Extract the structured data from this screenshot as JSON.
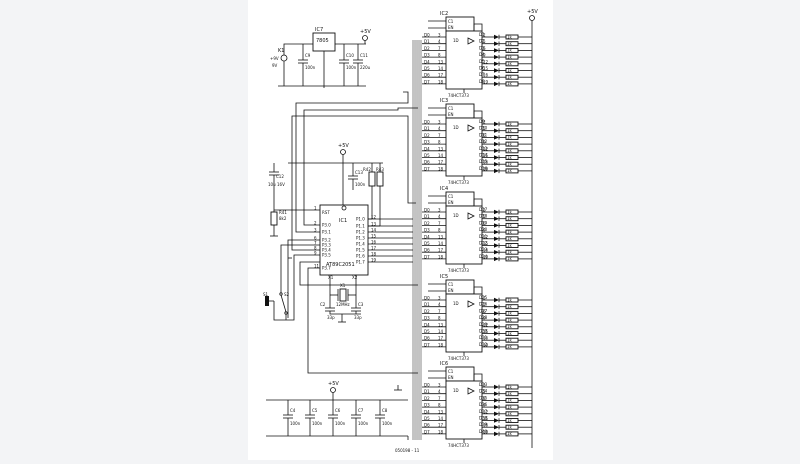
{
  "power": {
    "vcc_label": "+5V",
    "regulator": {
      "ref": "IC7",
      "part": "7805"
    },
    "connector": {
      "ref": "K1",
      "in_label": "+9V",
      "type": "9V"
    },
    "caps": [
      {
        "ref": "C9",
        "value": "100n"
      },
      {
        "ref": "C10",
        "value": "100n"
      },
      {
        "ref": "C11",
        "value": "220u"
      }
    ]
  },
  "mcu": {
    "ref": "IC1",
    "part": "AT89C2051",
    "rst_label": "RST",
    "left_pins": [
      {
        "num": "1",
        "name": "RST"
      },
      {
        "num": "2",
        "name": "P3.0"
      },
      {
        "num": "3",
        "name": "P3.1"
      },
      {
        "num": "6",
        "name": "P3.2"
      },
      {
        "num": "7",
        "name": "P3.3"
      },
      {
        "num": "8",
        "name": "P3.4"
      },
      {
        "num": "9",
        "name": "P3.5"
      },
      {
        "num": "11",
        "name": "P3.7"
      }
    ],
    "right_pins": [
      {
        "num": "12",
        "name": "P1.0"
      },
      {
        "num": "13",
        "name": "P1.1"
      },
      {
        "num": "14",
        "name": "P1.2"
      },
      {
        "num": "15",
        "name": "P1.3"
      },
      {
        "num": "16",
        "name": "P1.4"
      },
      {
        "num": "17",
        "name": "P1.5"
      },
      {
        "num": "18",
        "name": "P1.6"
      },
      {
        "num": "19",
        "name": "P1.7"
      }
    ],
    "x1_label": "X1",
    "x2_label": "X2",
    "crystal": {
      "ref": "X1",
      "value": "12MHz"
    },
    "caps": [
      {
        "ref": "C13",
        "value": "100n"
      },
      {
        "ref": "C12",
        "value": "10u"
      },
      {
        "ref": "C2",
        "value": "33p"
      },
      {
        "ref": "C3",
        "value": "33p"
      }
    ],
    "res": [
      {
        "ref": "R41",
        "value": "8k2"
      },
      {
        "ref": "R42",
        "value": ""
      },
      {
        "ref": "R43",
        "value": ""
      }
    ],
    "switches": [
      {
        "ref": "S1"
      },
      {
        "ref": "S2"
      }
    ],
    "cap_voltage": "16V"
  },
  "latches": {
    "part": "74HCT373",
    "refs": [
      "IC2",
      "IC3",
      "IC4",
      "IC5",
      "IC6"
    ],
    "c1_label": "C1",
    "en_label": "EN",
    "d_pins": [
      "3",
      "4",
      "7",
      "8",
      "13",
      "14",
      "17",
      "18"
    ],
    "q_pins": [
      "2",
      "5",
      "6",
      "9",
      "12",
      "15",
      "16",
      "19"
    ],
    "d_labels": [
      "D0",
      "D1",
      "D2",
      "D3",
      "D4",
      "D5",
      "D6",
      "D7"
    ],
    "led_refs": [
      [
        "D1",
        "D2",
        "D3",
        "D4",
        "D5",
        "D6",
        "D7",
        "D8"
      ],
      [
        "D9",
        "D10",
        "D11",
        "D12",
        "D13",
        "D14",
        "D15",
        "D16"
      ],
      [
        "D17",
        "D18",
        "D19",
        "D20",
        "D21",
        "D22",
        "D23",
        "D24"
      ],
      [
        "D25",
        "D26",
        "D27",
        "D28",
        "D29",
        "D30",
        "D31",
        "D32"
      ],
      [
        "D33",
        "D34",
        "D35",
        "D36",
        "D37",
        "D38",
        "D39",
        "D40"
      ]
    ],
    "res_value": "1k"
  },
  "decoupling": {
    "caps": [
      "C4",
      "C5",
      "C6",
      "C7",
      "C8"
    ],
    "value": "100n"
  },
  "figure_number": "050198 - 11"
}
